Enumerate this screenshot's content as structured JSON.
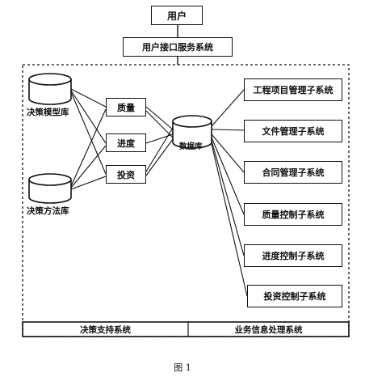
{
  "nodes": {
    "user": "用户",
    "ui_service": "用户接口服务系统",
    "decision_model_db": "决策模型库",
    "decision_method_db": "决策方法库",
    "quality": "质量",
    "progress": "进度",
    "investment": "投资",
    "database": "数据库",
    "subsystems": [
      "工程项目管理子系统",
      "文件管理子系统",
      "合同管理子系统",
      "质量控制子系统",
      "进度控制子系统",
      "投资控制子系统"
    ]
  },
  "footer": {
    "left": "决策支持系统",
    "right": "业务信息处理系统"
  },
  "caption": "图 1",
  "colors": {
    "line": "#111111",
    "background": "#ffffff"
  }
}
